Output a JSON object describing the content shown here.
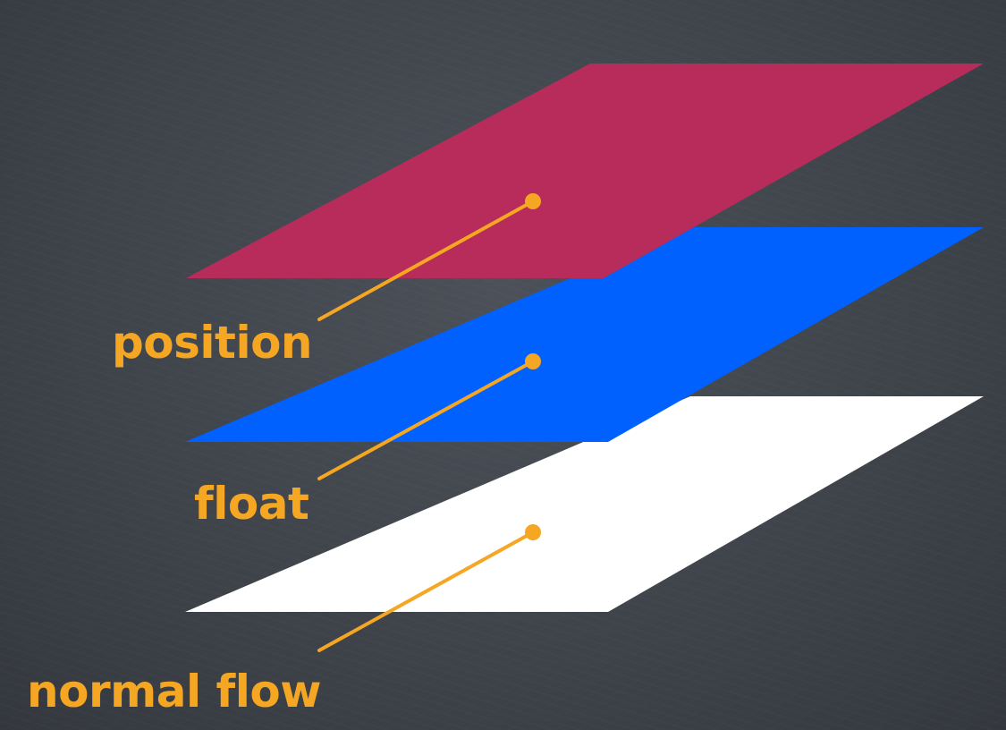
{
  "colors": {
    "background": "#40444b",
    "accent": "#f5a623",
    "position_layer": "#b72c5a",
    "float_layer": "#0061fe",
    "normal_flow_layer": "#ffffff"
  },
  "layers": [
    {
      "id": "position",
      "label": "position",
      "color": "#b72c5a"
    },
    {
      "id": "float",
      "label": "float",
      "color": "#0061fe"
    },
    {
      "id": "normal-flow",
      "label": "normal flow",
      "color": "#ffffff"
    }
  ]
}
